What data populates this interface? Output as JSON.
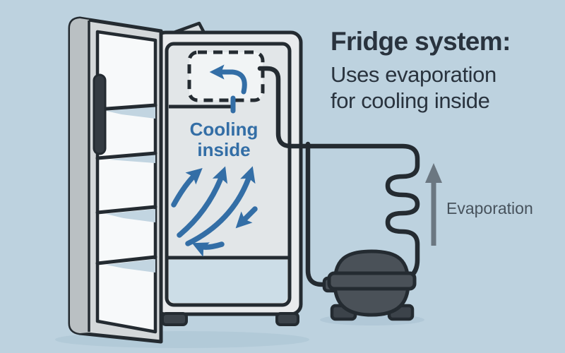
{
  "title": {
    "heading": "Fridge system:",
    "subtitle_line1": "Uses evaporation",
    "subtitle_line2": "for cooling inside"
  },
  "diagram": {
    "cooling_label_line1": "Cooling",
    "cooling_label_line2": "inside",
    "evaporation_label": "Evaporation"
  },
  "icons": {
    "evaporator_arrow": "curved-arrow-left-icon",
    "air_flow": "curved-up-arrows-icon",
    "evaporation_direction": "arrow-up-icon"
  },
  "colors": {
    "background": "#bdd2df",
    "outline_dark": "#242b31",
    "accent_blue": "#336ea6",
    "title_text": "#29333e",
    "label_gray": "#47525c",
    "arrow_gray": "#6b7781",
    "cabinet_fill": "#e9ebed",
    "interior_panel_fill": "#e2e6e8",
    "crisper_drawer_fill": "#ccdde7",
    "door_fill": "#d4d8da",
    "door_edge_fill": "#bac0c3",
    "door_liner_fill": "#f7f9fa",
    "shelf_shadow_fill": "#c2d5e1",
    "evaporator_box_fill": "#f1f4f5",
    "compressor_fill": "#4a5158",
    "compressor_feet_fill": "#3c434a",
    "ground_shadow_fill": "#a9c2d2"
  }
}
